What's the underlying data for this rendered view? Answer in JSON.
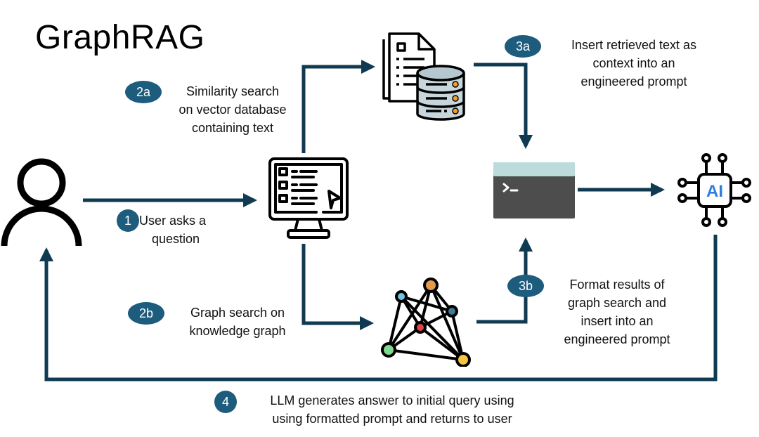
{
  "title": "GraphRAG",
  "colors": {
    "flow_line": "#0f3a52",
    "badge": "#1d5c7d",
    "badge_text": "#ffffff",
    "terminal_header": "#bcdcdc",
    "terminal_body": "#4d4d4d",
    "ai_accent": "#2f7de1",
    "db_fill": "#c7d6dc",
    "db_dot": "#f2a02a",
    "node_orange": "#e39a4a",
    "node_lightblue": "#6fc3e8",
    "node_steelblue": "#3d7a99",
    "node_red": "#e04545",
    "node_green": "#7fd98f",
    "node_yellow": "#f5c542"
  },
  "steps": [
    {
      "id": "1",
      "badge": "1",
      "lines": [
        "User asks a",
        "question"
      ]
    },
    {
      "id": "2a",
      "badge": "2a",
      "lines": [
        "Similarity search",
        "on vector database",
        "containing text"
      ]
    },
    {
      "id": "2b",
      "badge": "2b",
      "lines": [
        "Graph search on",
        "knowledge graph"
      ]
    },
    {
      "id": "3a",
      "badge": "3a",
      "lines": [
        "Insert retrieved text as",
        "context into an",
        "engineered prompt"
      ]
    },
    {
      "id": "3b",
      "badge": "3b",
      "lines": [
        "Format results of",
        "graph search and",
        "insert into an",
        "engineered prompt"
      ]
    },
    {
      "id": "4",
      "badge": "4",
      "lines": [
        "LLM generates answer to initial query using",
        "using formatted prompt and returns to user"
      ]
    }
  ],
  "nodes": {
    "user": "user-icon",
    "computer": "computer-monitor-icon",
    "vector_db": "document-database-icon",
    "knowledge_graph": "knowledge-graph-icon",
    "prompt": "terminal-prompt-icon",
    "llm": "ai-chip-icon",
    "llm_label": "AI"
  }
}
